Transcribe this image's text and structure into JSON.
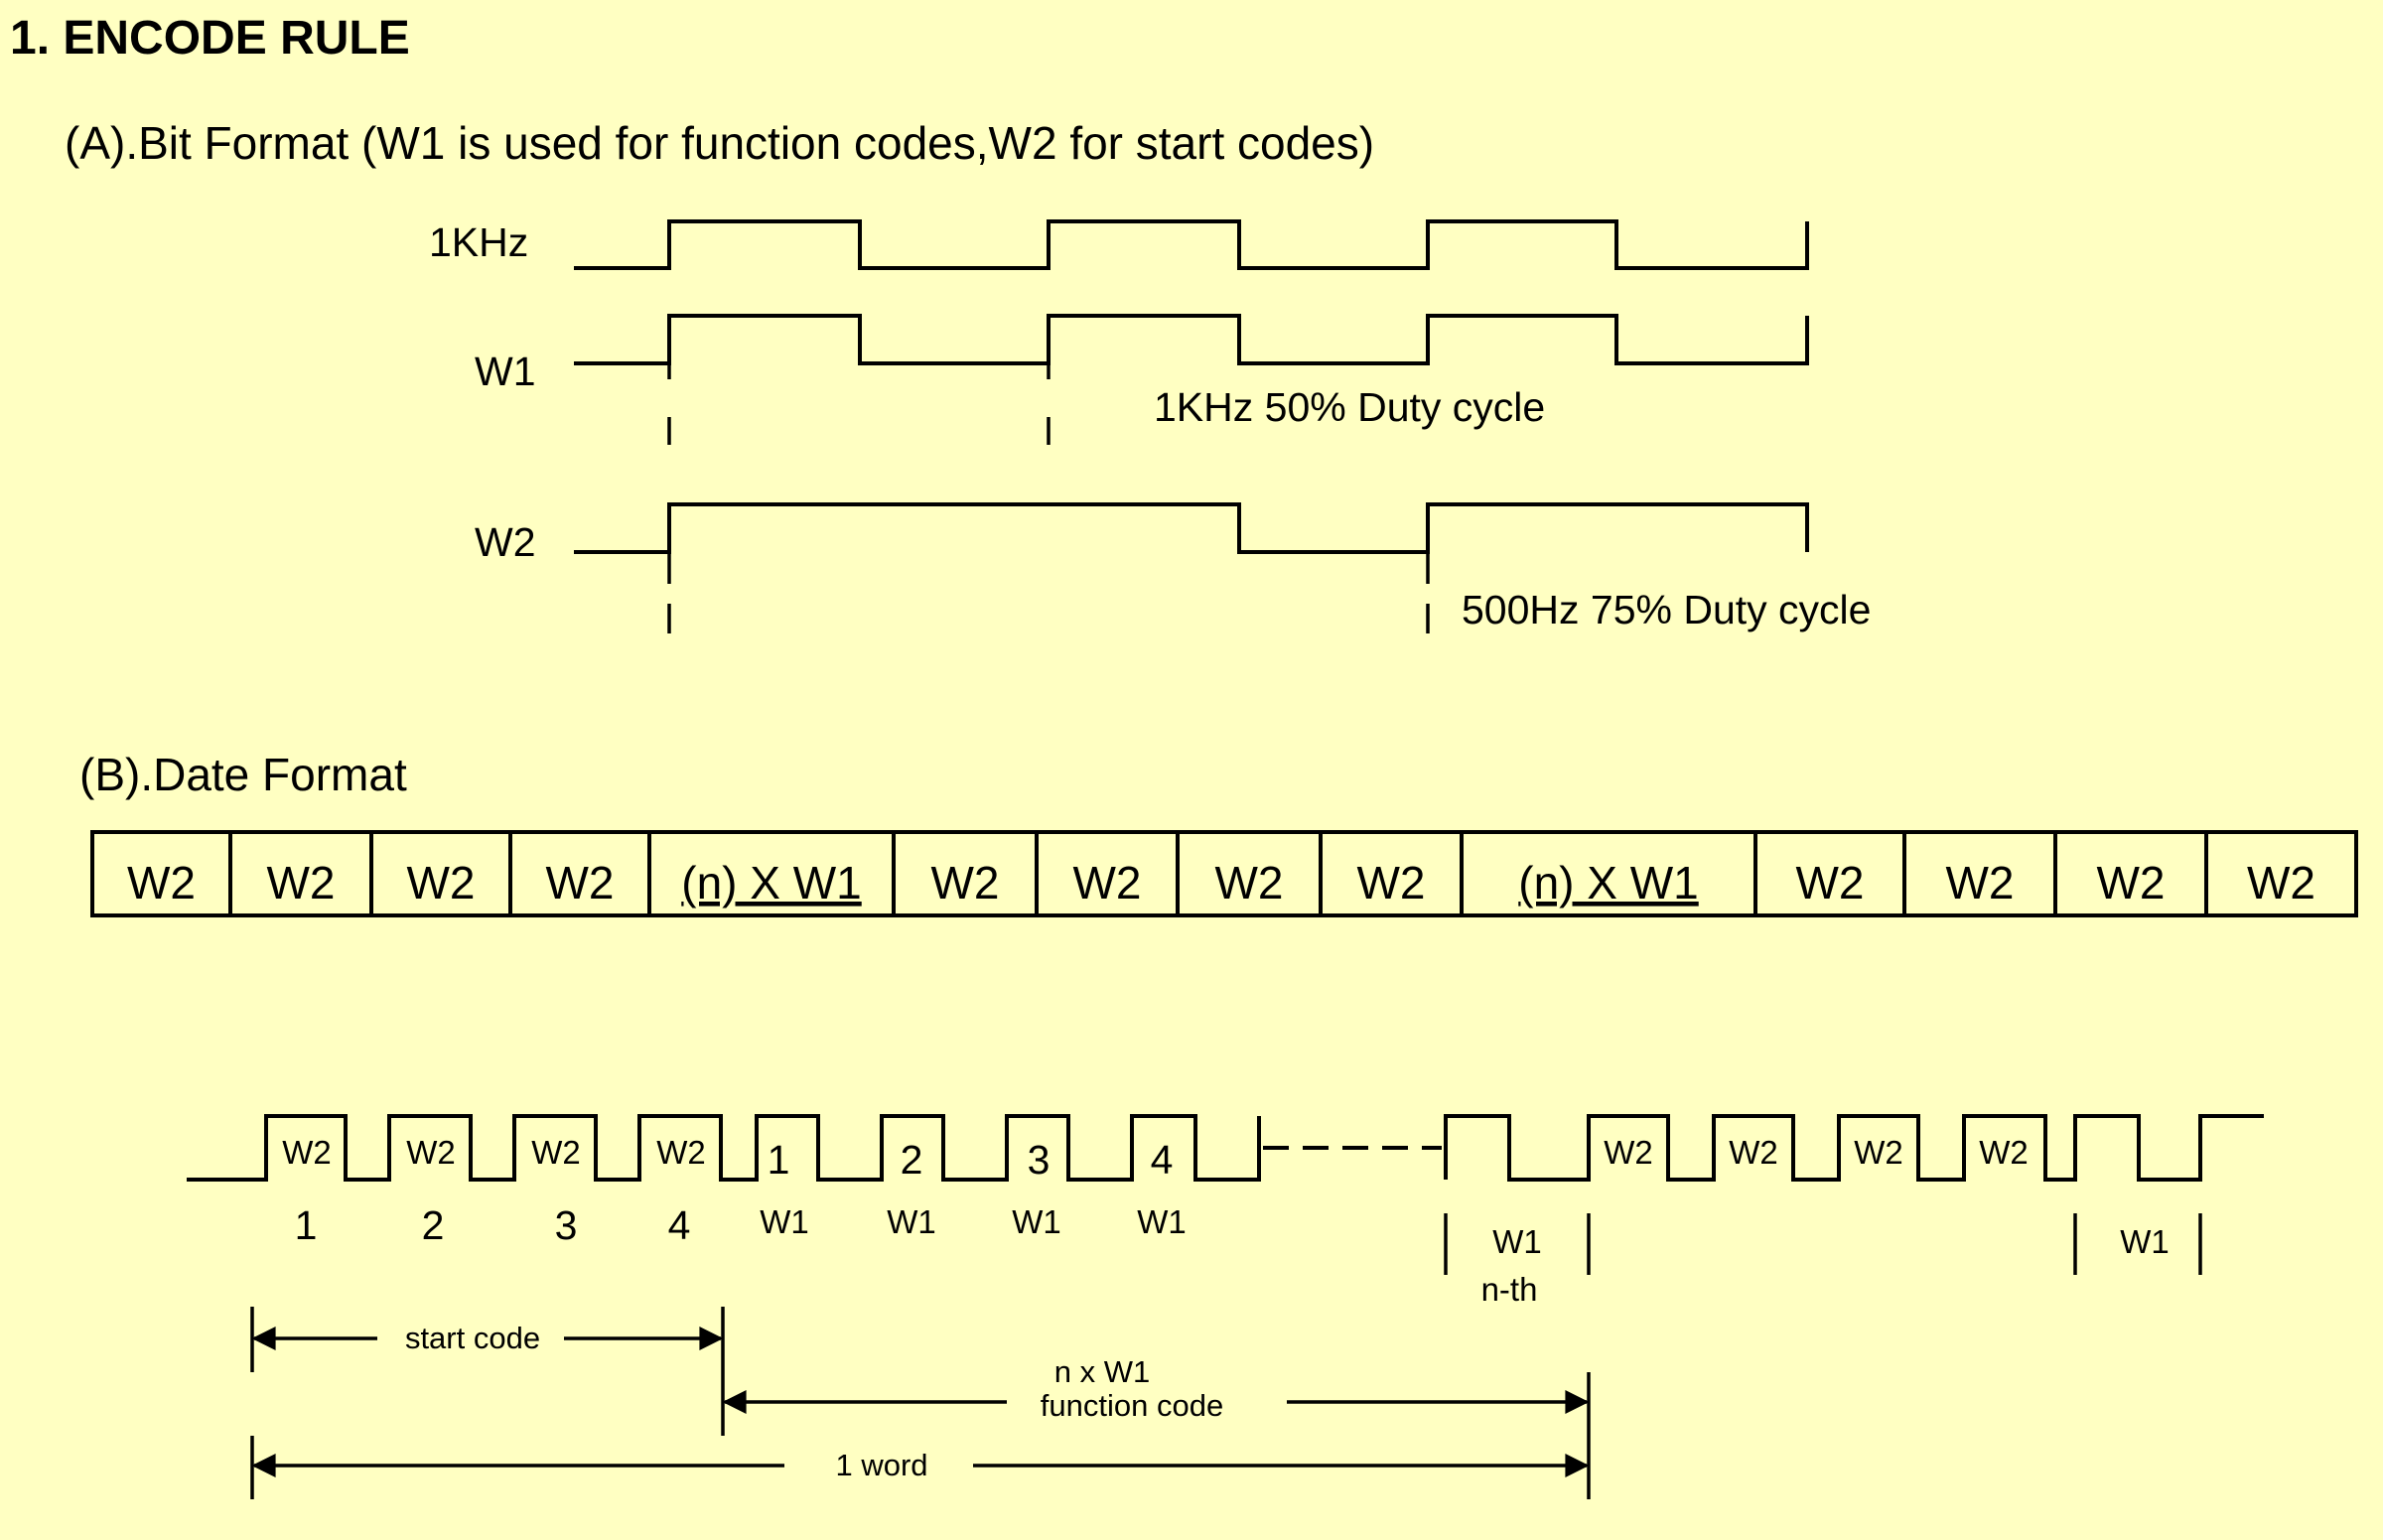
{
  "section_title": "1. ENCODE RULE",
  "part_a": {
    "title": "(A).Bit Format (W1 is used for function codes,W2 for start codes)",
    "labels": {
      "clock": "1KHz",
      "w1": "W1",
      "w2": "W2"
    },
    "w1_note": "1KHz 50% Duty cycle",
    "w2_note": "500Hz 75% Duty  cycle"
  },
  "part_b": {
    "title": "(B).Date Format",
    "frame_cells": [
      "W2",
      "W2",
      "W2",
      "W2",
      "(n) X W1",
      "W2",
      "W2",
      "W2",
      "W2",
      "(n) X W1",
      "W2",
      "W2",
      "W2",
      "W2"
    ],
    "pulse_labels": {
      "start_pulses": [
        "W2",
        "W2",
        "W2",
        "W2"
      ],
      "start_numbers": [
        "1",
        "2",
        "3",
        "4"
      ],
      "function_numbers": [
        "1",
        "2",
        "3",
        "4"
      ],
      "function_labels": [
        "W1",
        "W1",
        "W1",
        "W1"
      ],
      "end_pulses": [
        "W2",
        "W2",
        "W2",
        "W2"
      ],
      "nth_label": "W1",
      "nth_caption": "n-th",
      "last_w1": "W1"
    },
    "spans": {
      "start_code": "start code",
      "function_code_line1": "n x W1",
      "function_code_line2": "function code",
      "word": "1 word"
    }
  }
}
